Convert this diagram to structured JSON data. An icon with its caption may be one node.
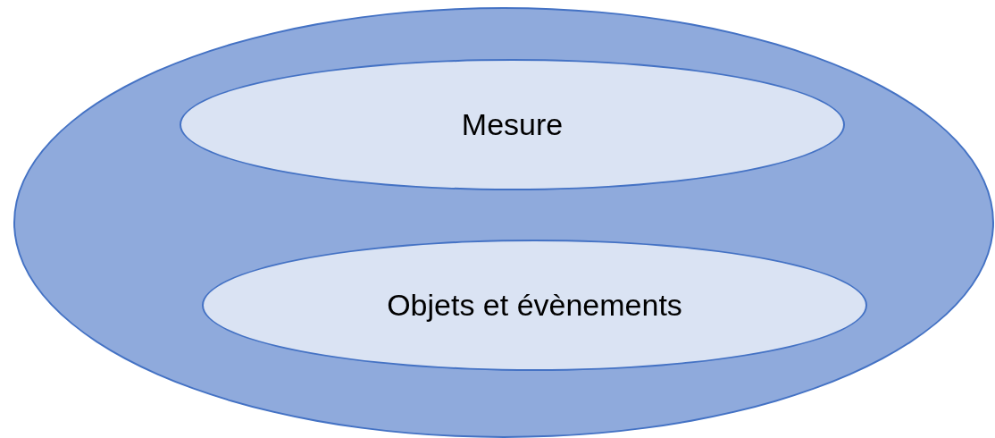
{
  "diagram": {
    "nodes": [
      {
        "text": [],
        "shape": "ellipse"
      },
      {
        "text": [
          "Mesure"
        ],
        "in": 0
      },
      {
        "text": [
          "Objets et évènements"
        ],
        "in": 0
      }
    ]
  }
}
